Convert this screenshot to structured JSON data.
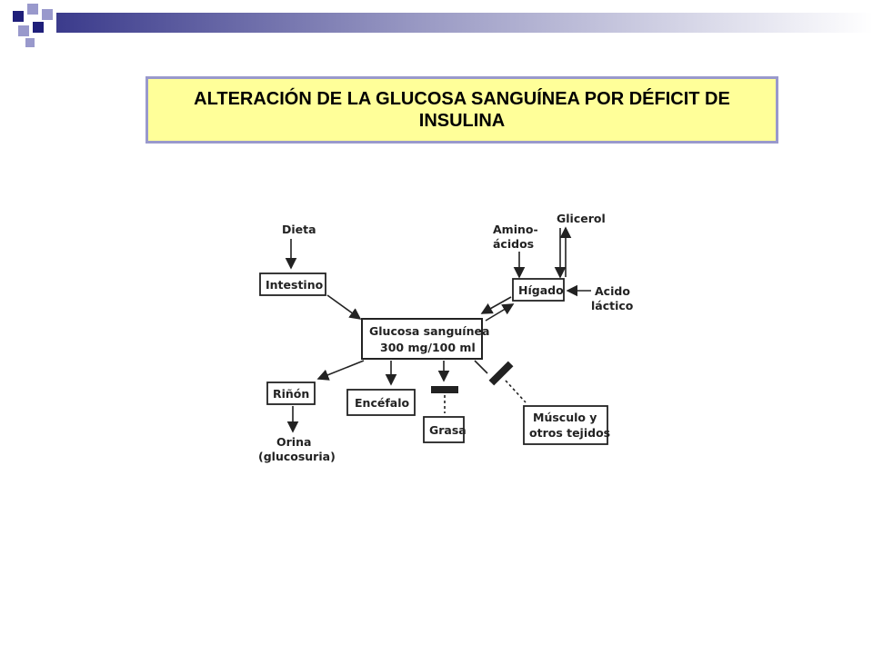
{
  "colors": {
    "banner_start": "#3b3b8c",
    "banner_end": "#ffffff",
    "title_bg": "#ffff99",
    "title_border": "#9999cc",
    "square_dark": "#1f1f7a",
    "square_light": "#9999cc"
  },
  "slide": {
    "title": "ALTERACIÓN DE LA GLUCOSA SANGUÍNEA POR DÉFICIT DE INSULINA"
  },
  "diagram": {
    "dieta": "Dieta",
    "intestino": "Intestino",
    "glucosa_line1": "Glucosa sanguínea",
    "glucosa_line2": "300 mg/100 ml",
    "amino_line1": "Amino-",
    "amino_line2": "ácidos",
    "glicerol": "Glicerol",
    "higado": "Hígado",
    "acido_line1": "Acido",
    "acido_line2": "láctico",
    "rinon": "Riñón",
    "encefalo": "Encéfalo",
    "grasa": "Grasa",
    "musculo_line1": "Músculo y",
    "musculo_line2": "otros tejidos",
    "orina_line1": "Orina",
    "orina_line2": "(glucosuria)"
  }
}
